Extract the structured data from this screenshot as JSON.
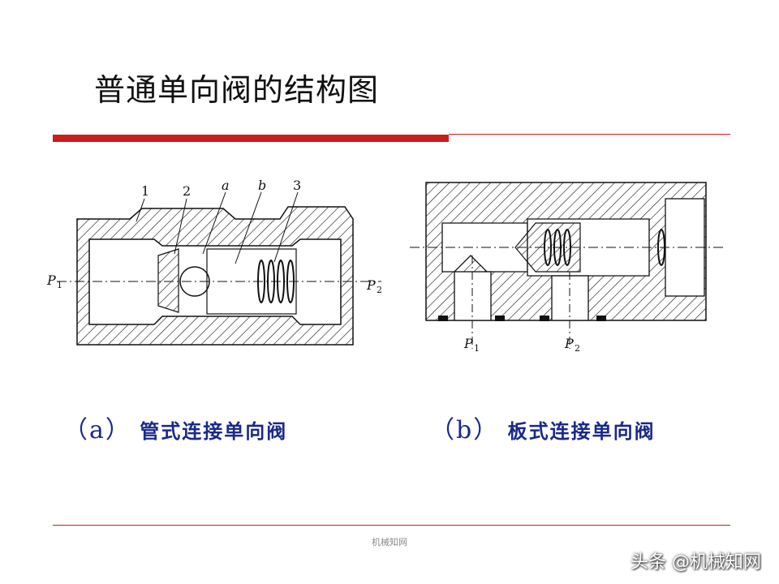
{
  "slide": {
    "title": "普通单向阀的结构图",
    "footer": "机械知网",
    "watermark": "头条 @机械知网",
    "accent_color": "#c81e1e",
    "caption_color": "#1a2a8a"
  },
  "figure_a": {
    "caption_letter": "（a）",
    "caption_text": "管式连接单向阀",
    "part_labels": [
      "1",
      "2",
      "a",
      "b",
      "3"
    ],
    "port_in": "P",
    "port_in_sub": "1",
    "port_out": "P",
    "port_out_sub": "2"
  },
  "figure_b": {
    "caption_letter": "（b）",
    "caption_text": "板式连接单向阀",
    "port_in": "P",
    "port_in_sub": "1",
    "port_out": "P",
    "port_out_sub": "2"
  }
}
